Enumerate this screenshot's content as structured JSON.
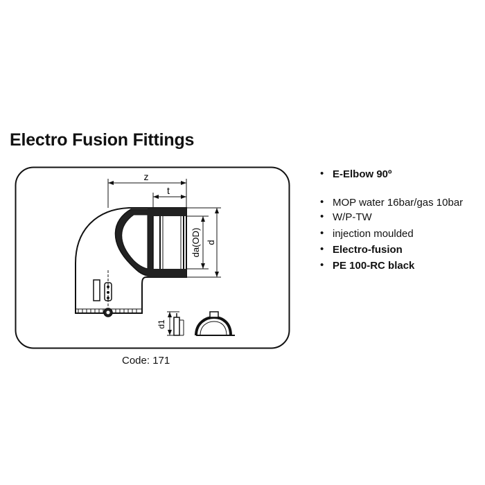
{
  "title": "Electro Fusion Fittings",
  "drawing": {
    "dim_z": "z",
    "dim_t": "t",
    "dim_da": "da(OD)",
    "dim_d": "d",
    "dim_d1": "d1"
  },
  "code": "Code: 171",
  "specs": [
    {
      "text": "E-Elbow 90º",
      "bold": true
    },
    {
      "text": "MOP water 16bar/gas 10bar",
      "bold": false
    },
    {
      "text": "W/P-TW",
      "bold": false
    },
    {
      "text": "injection moulded",
      "bold": false
    },
    {
      "text": "Electro-fusion",
      "bold": true
    },
    {
      "text": "PE 100-RC black",
      "bold": true
    }
  ],
  "bullet": "•"
}
